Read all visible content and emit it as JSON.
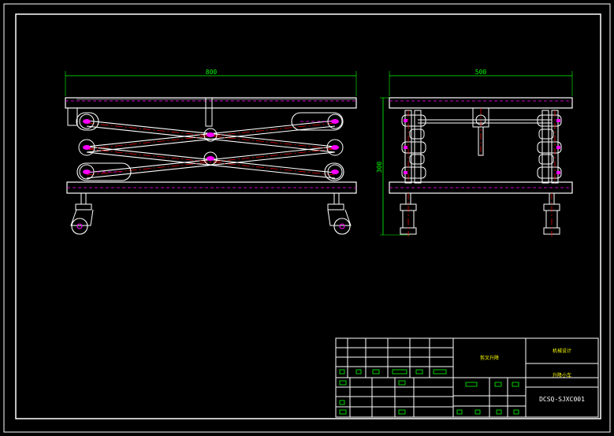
{
  "drawing": {
    "front_view": {
      "width_dim": "800"
    },
    "side_view": {
      "width_dim": "500",
      "height_dim": "300"
    },
    "title_block": {
      "part_name": "剪叉升降",
      "company": "机械设计",
      "product": "升降小车",
      "drawing_code": "DCSQ-SJXC001"
    }
  },
  "colors": {
    "background": "#000000",
    "outline": "#ffffff",
    "centerline": "#ff0000",
    "hidden": "#ff00ff",
    "dimension": "#00ff00",
    "annotation": "#ffff00"
  }
}
